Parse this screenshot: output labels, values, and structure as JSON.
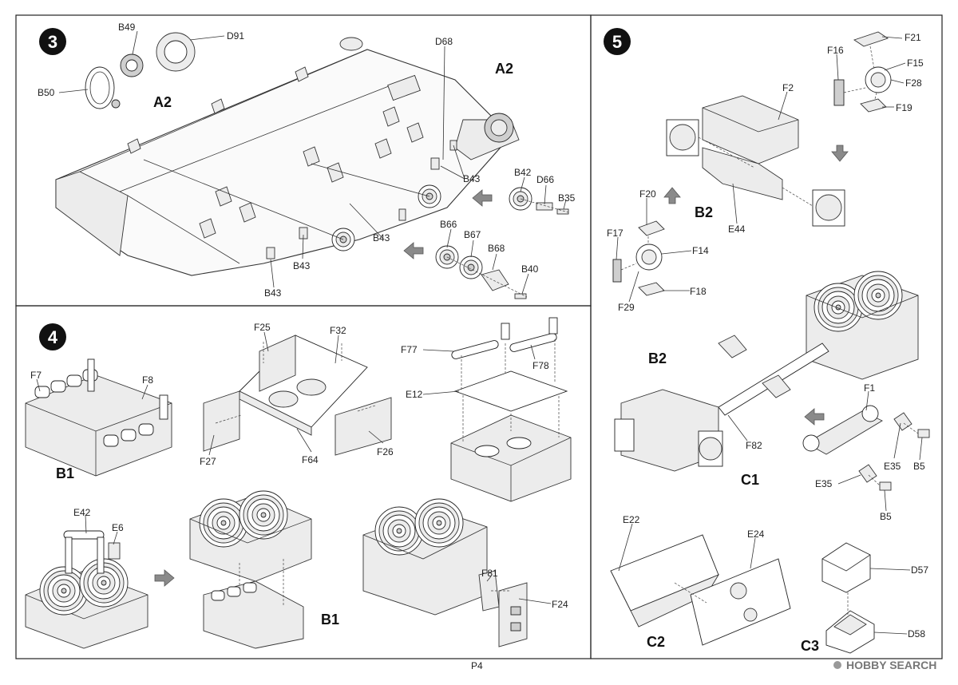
{
  "page": {
    "number": "P4"
  },
  "watermark": {
    "text": "HOBBY SEARCH"
  },
  "steps": [
    {
      "id": "3",
      "assembly_labels": {
        "left": "A2",
        "right": "A2"
      },
      "parts": [
        "B49",
        "D91",
        "B50",
        "D68",
        "B43",
        "B42",
        "D66",
        "B35",
        "B66",
        "B67",
        "B68",
        "B40"
      ]
    },
    {
      "id": "4",
      "assembly_labels": {
        "b1_top": "B1",
        "b1_bottom": "B1"
      },
      "parts": [
        "F7",
        "F8",
        "F25",
        "F32",
        "F27",
        "F64",
        "F26",
        "F77",
        "F78",
        "E12",
        "E42",
        "E6",
        "F81",
        "F24"
      ]
    },
    {
      "id": "5",
      "assembly_labels": {
        "b2_top": "B2",
        "b2_mid": "B2",
        "c1": "C1",
        "c2": "C2",
        "c3": "C3"
      },
      "parts": [
        "F21",
        "F16",
        "F15",
        "F28",
        "F19",
        "F2",
        "F20",
        "F17",
        "F14",
        "F29",
        "F18",
        "E44",
        "F1",
        "E35",
        "B5",
        "F82",
        "E22",
        "E24",
        "D57",
        "D58"
      ]
    }
  ]
}
